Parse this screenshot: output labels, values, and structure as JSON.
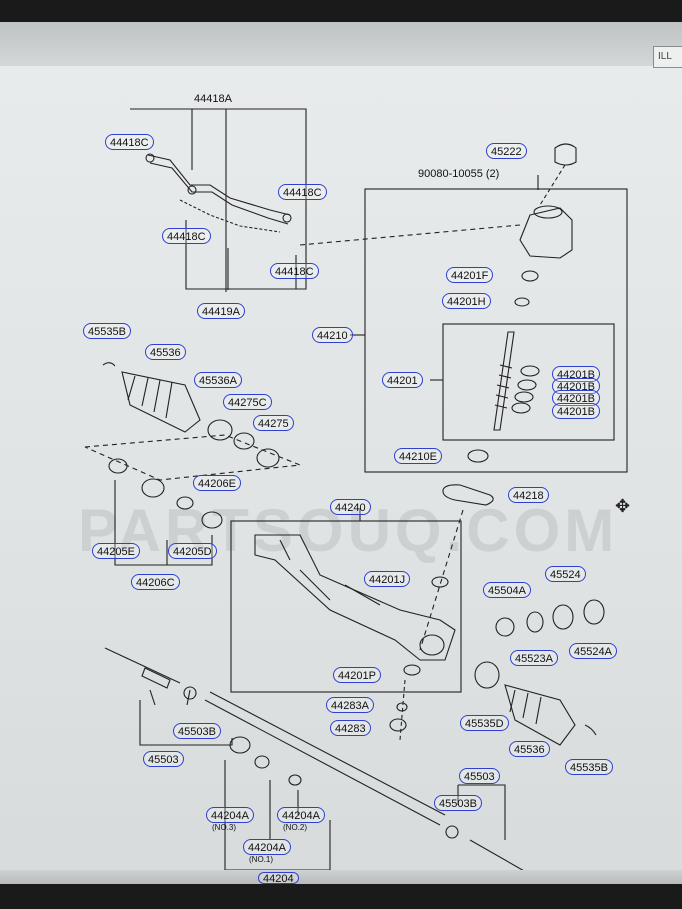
{
  "toolbar": {
    "tab_label": "ILL"
  },
  "watermark": "PARTSOUQ.COM",
  "labels": {
    "p44418A": "44418A",
    "p44418C_1": "44418C",
    "p44418C_2": "44418C",
    "p44418C_3": "44418C",
    "p44418C_4": "44418C",
    "p44419A": "44419A",
    "p45222": "45222",
    "p90080": "90080-10055 (2)",
    "p44201F": "44201F",
    "p44201H": "44201H",
    "p44210": "44210",
    "p44201": "44201",
    "p44201B_1": "44201B",
    "p44201B_2": "44201B",
    "p44201B_3": "44201B",
    "p44201B_4": "44201B",
    "p44210E": "44210E",
    "p44218": "44218",
    "p45535B_1": "45535B",
    "p45536_1": "45536",
    "p45536A": "45536A",
    "p44275C": "44275C",
    "p44275": "44275",
    "p44206E": "44206E",
    "p44205E": "44205E",
    "p44205D": "44205D",
    "p44206C": "44206C",
    "p44240": "44240",
    "p44201J": "44201J",
    "p45504A": "45504A",
    "p45524": "45524",
    "p45523A": "45523A",
    "p45524A": "45524A",
    "p44201P": "44201P",
    "p44283A": "44283A",
    "p44283": "44283",
    "p45535D": "45535D",
    "p45536_2": "45536",
    "p45535B_2": "45535B",
    "p45503B_1": "45503B",
    "p45503": "45503",
    "p45503B_2": "45503B",
    "p45503_2": "45503",
    "p44204A_1": "44204A",
    "p44204A_2": "44204A",
    "p44204A_3": "44204A",
    "p44204": "44204",
    "n_no3": "(NO.3)",
    "n_no2": "(NO.2)",
    "n_no1": "(NO.1)"
  }
}
